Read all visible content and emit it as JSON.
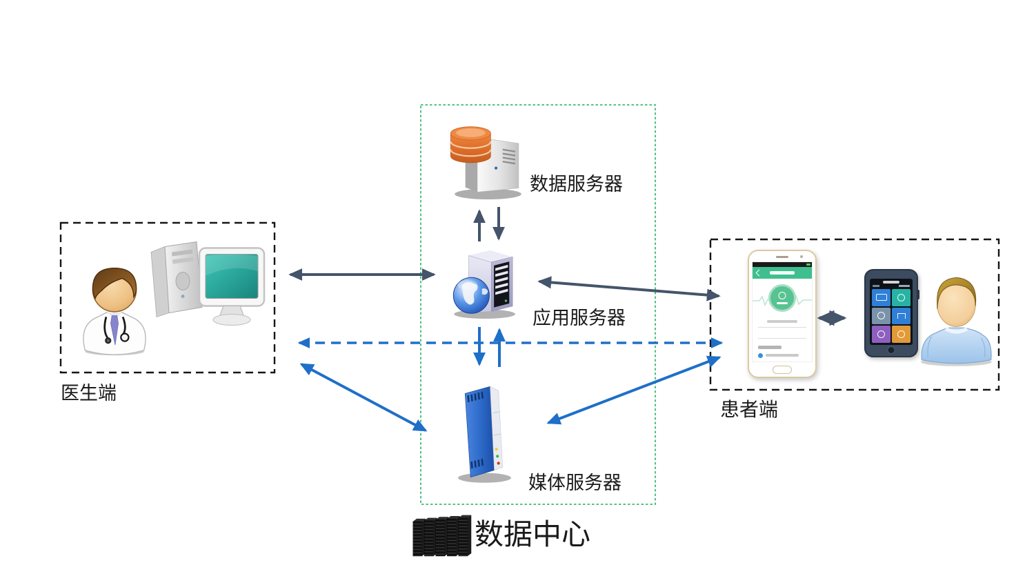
{
  "labels": {
    "doctor_side": "医生端",
    "patient_side": "患者端",
    "data_server": "数据服务器",
    "app_server": "应用服务器",
    "media_server": "媒体服务器",
    "data_center": "数据中心"
  },
  "colors": {
    "background": "#ffffff",
    "dark_arrow": "#44546a",
    "blue_arrow": "#1e6fc8",
    "datacenter_border_green": "#3dbb72",
    "group_border_black": "#151515",
    "text": "#1a1a1a",
    "database_orange": "#e2742e",
    "media_server_blue": "#2a66c4",
    "monitor_screen_teal": "#2fb3a8",
    "phone_app_green": "#3fbf8f"
  },
  "icons": {
    "doctor_group": [
      "doctor-icon",
      "desktop-computer-icon"
    ],
    "data_center": [
      "database-server-icon",
      "web-server-globe-icon",
      "media-server-icon",
      "server-racks-icon"
    ],
    "patient_group": [
      "smartphone-icon",
      "ecg-monitor-device-icon",
      "patient-icon"
    ]
  },
  "connections": [
    {
      "from": "data_server",
      "to": "app_server",
      "direction": "both",
      "line": "solid",
      "color": "dark"
    },
    {
      "from": "doctor_side",
      "to": "app_server",
      "direction": "both",
      "line": "solid",
      "color": "dark"
    },
    {
      "from": "app_server",
      "to": "patient_side",
      "direction": "both",
      "line": "solid",
      "color": "dark"
    },
    {
      "from": "app_server",
      "to": "media_server",
      "direction": "both",
      "line": "solid",
      "color": "blue"
    },
    {
      "from": "doctor_side",
      "to": "patient_side",
      "direction": "both",
      "line": "dashed",
      "color": "blue"
    },
    {
      "from": "doctor_side",
      "to": "media_server",
      "direction": "both",
      "line": "solid",
      "color": "blue"
    },
    {
      "from": "media_server",
      "to": "patient_side",
      "direction": "both",
      "line": "solid",
      "color": "blue"
    },
    {
      "from": "smartphone",
      "to": "ecg_monitor_device",
      "direction": "both",
      "line": "solid",
      "color": "dark"
    }
  ]
}
